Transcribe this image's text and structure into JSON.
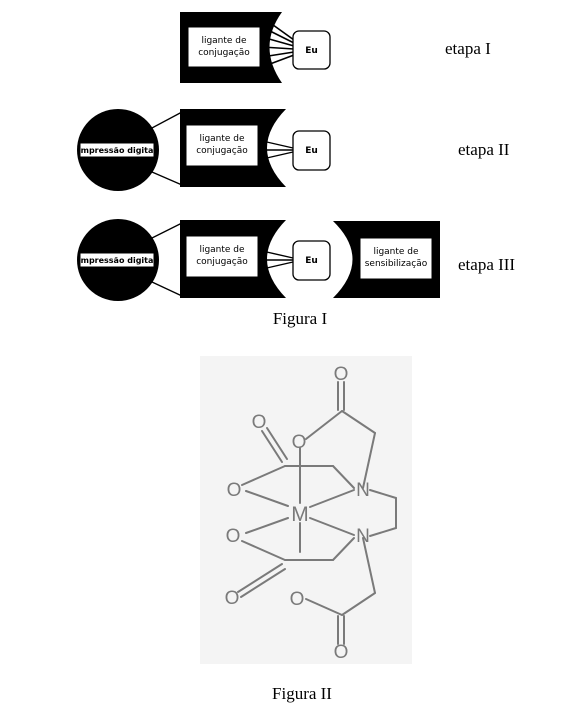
{
  "figure1": {
    "caption": "Figura I",
    "labels": {
      "ligand_conj_line1": "ligante de",
      "ligand_conj_line2": "conjugação",
      "eu": "Eu",
      "fingerprint": "impressão digital",
      "ligand_sens_line1": "ligante de",
      "ligand_sens_line2": "sensibilização"
    },
    "stages": [
      "etapa I",
      "etapa II",
      "etapa III"
    ]
  },
  "figure2": {
    "caption": "Figura II",
    "atoms": {
      "oxygen": "O",
      "nitrogen": "N",
      "metal": "M"
    }
  },
  "colors": {
    "block": "#000000",
    "box": "#ffffff",
    "molecule_bg": "#f4f4f4",
    "bond": "#7a7a7a"
  }
}
